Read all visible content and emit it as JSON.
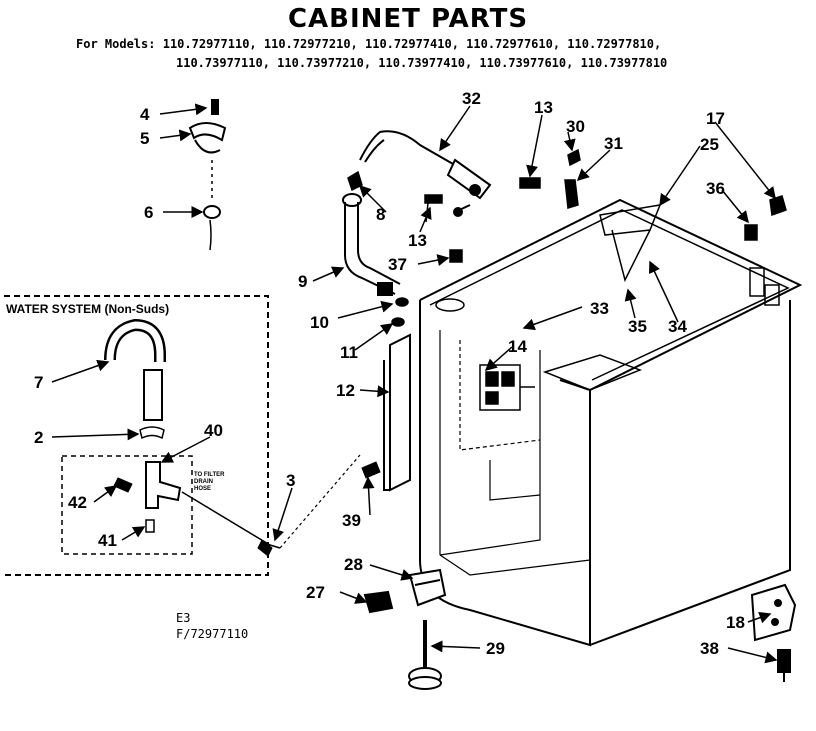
{
  "header": {
    "title": "CABINET PARTS",
    "models_prefix": "For Models:",
    "models_line1": "110.72977110, 110.72977210, 110.72977410, 110.72977610, 110.72977810,",
    "models_line2": "110.73977110, 110.73977210, 110.73977410, 110.73977610, 110.73977810"
  },
  "water_system": {
    "label": "WATER SYSTEM (Non-Suds)",
    "note_line1": "TO FILTER",
    "note_line2": "DRAIN",
    "note_line3": "HOSE"
  },
  "footer": {
    "code": "E3",
    "figure": "F/72977110"
  },
  "callouts": {
    "c2": "2",
    "c3": "3",
    "c4": "4",
    "c5": "5",
    "c6": "6",
    "c7": "7",
    "c8": "8",
    "c9": "9",
    "c10": "10",
    "c11": "11",
    "c12": "12",
    "c13a": "13",
    "c13b": "13",
    "c14": "14",
    "c17": "17",
    "c18": "18",
    "c25": "25",
    "c27": "27",
    "c28": "28",
    "c29": "29",
    "c30": "30",
    "c31": "31",
    "c32": "32",
    "c33": "33",
    "c34": "34",
    "c35": "35",
    "c36": "36",
    "c37": "37",
    "c38": "38",
    "c39": "39",
    "c40": "40",
    "c41": "41",
    "c42": "42"
  }
}
